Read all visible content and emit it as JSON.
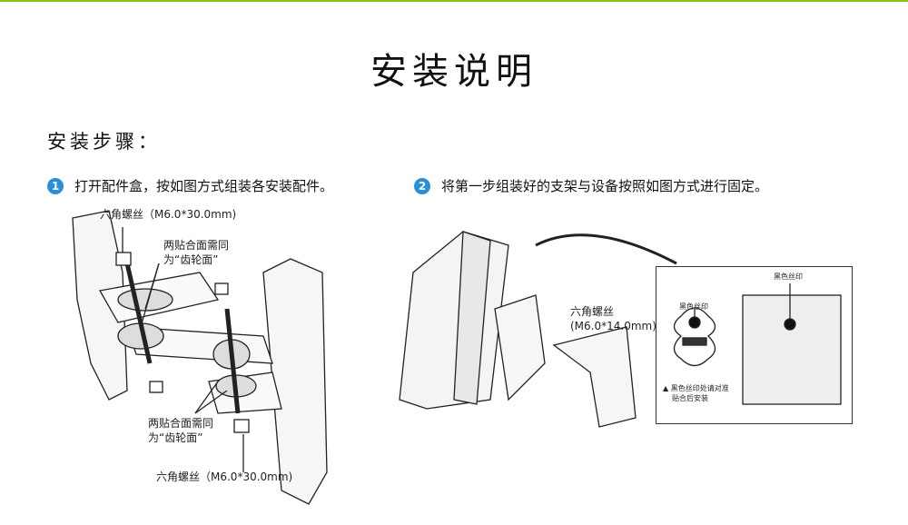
{
  "title": "安装说明",
  "subtitle": "安装步骤：",
  "steps": [
    {
      "num": "1",
      "text": "打开配件盒，按如图方式组装各安装配件。"
    },
    {
      "num": "2",
      "text": "将第一步组装好的支架与设备按照如图方式进行固定。"
    }
  ],
  "fig1": {
    "screw_top": "六角螺丝（M6.0*30.0mm)",
    "note_top": [
      "两贴合面需同",
      "为“齿轮面”"
    ],
    "note_bottom": [
      "两贴合面需同",
      "为“齿轮面”"
    ],
    "screw_bottom": "六角螺丝（M6.0*30.0mm)"
  },
  "fig2": {
    "screw": [
      "六角螺丝",
      "(M6.0*14.0mm)"
    ],
    "silk_left": "黑色丝印",
    "silk_right": "黑色丝印",
    "warning": [
      "黑色丝印处请对准",
      "贴合后安装"
    ]
  },
  "colors": {
    "accent": "#84c919",
    "badge": "#2b8fd6"
  }
}
